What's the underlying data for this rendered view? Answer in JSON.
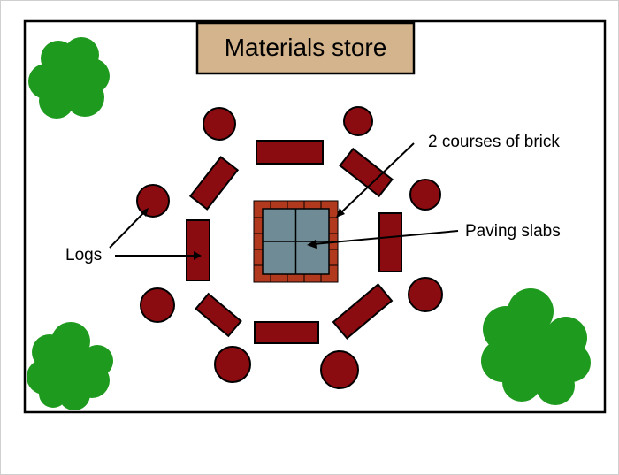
{
  "title": "Materials store",
  "labels": {
    "bricks": "2 courses of brick",
    "paving": "Paving slabs",
    "logs": "Logs"
  },
  "colors": {
    "tree": "#1e9a1e",
    "log": "#8b0c10",
    "slab": "#6f8c96",
    "brick": "#b13a1e",
    "title_box": "#d4b48c",
    "outline": "#000000"
  }
}
